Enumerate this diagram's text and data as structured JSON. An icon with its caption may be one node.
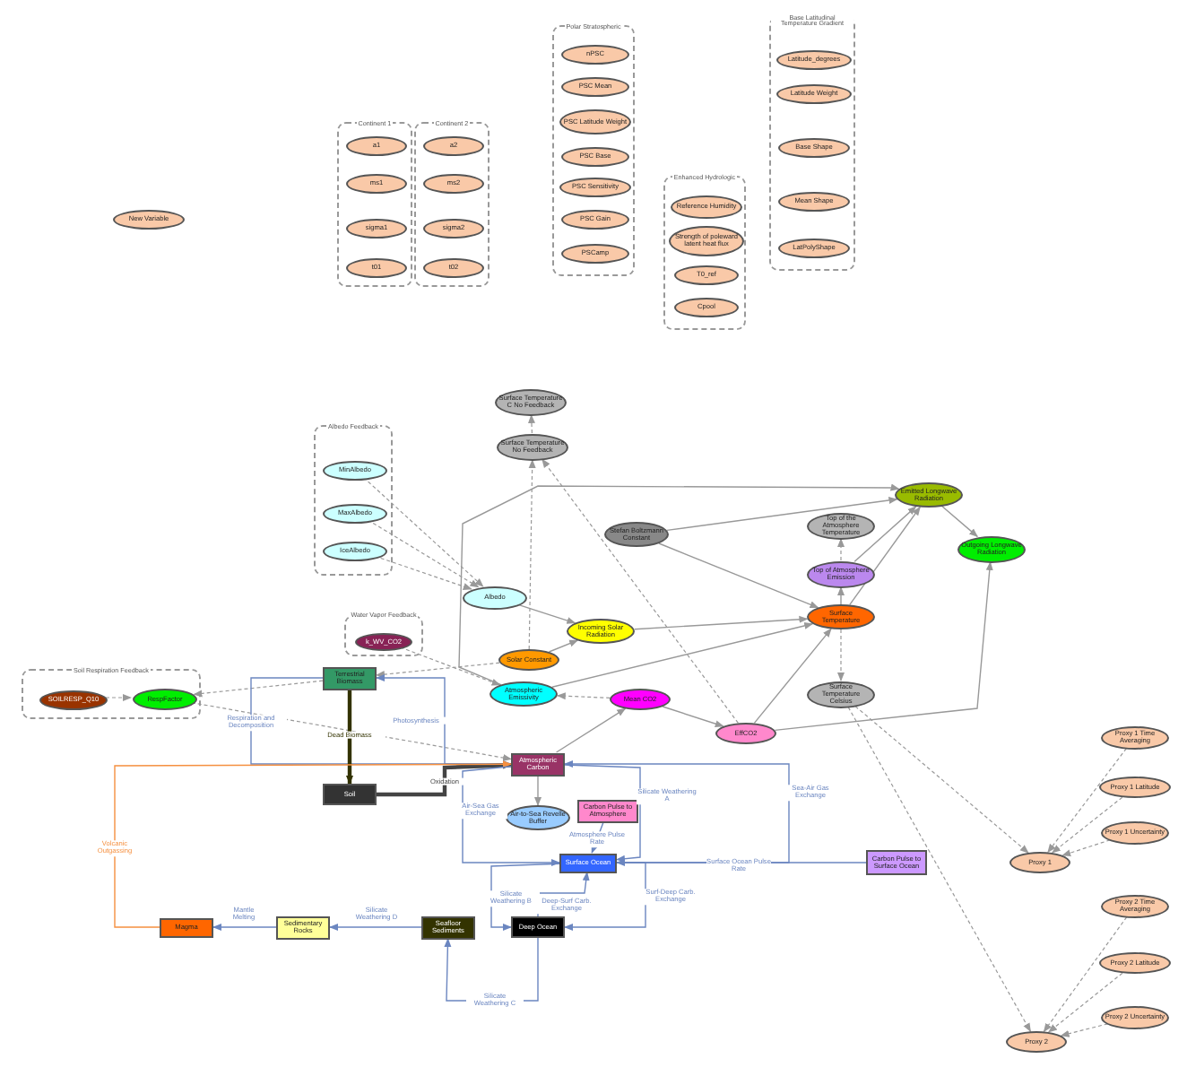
{
  "diagram": {
    "nodes": [
      {
        "text": [
          "New Variable"
        ]
      },
      {
        "text": [
          "Continent 1"
        ]
      },
      {
        "text": [
          "a1"
        ],
        "in": 1
      },
      {
        "text": [
          "ms1"
        ],
        "in": 1
      },
      {
        "text": [
          "sigma1"
        ],
        "in": 1
      },
      {
        "text": [
          "t01"
        ],
        "in": 1
      },
      {
        "text": [
          "Continent 2"
        ]
      },
      {
        "text": [
          "a2"
        ],
        "in": 6
      },
      {
        "text": [
          "ms2"
        ],
        "in": 6
      },
      {
        "text": [
          "sigma2"
        ],
        "in": 6
      },
      {
        "text": [
          "t02"
        ],
        "in": 6
      },
      {
        "text": [
          "Polar Stratospheric"
        ]
      },
      {
        "text": [
          "nPSC"
        ],
        "in": 11
      },
      {
        "text": [
          "PSC Mean"
        ],
        "in": 11
      },
      {
        "text": [
          "PSC Latitude Weight"
        ],
        "in": 11
      },
      {
        "text": [
          "PSC Base"
        ],
        "in": 11
      },
      {
        "text": [
          "PSC Sensitivity"
        ],
        "in": 11
      },
      {
        "text": [
          "PSC Gain"
        ],
        "in": 11
      },
      {
        "text": [
          "PSCamp"
        ],
        "in": 11
      },
      {
        "text": [
          "Enhanced Hydrologic"
        ]
      },
      {
        "text": [
          "Reference Humidity"
        ],
        "in": 19
      },
      {
        "text": [
          "Strength of poleward latent heat flux"
        ],
        "in": 19
      },
      {
        "text": [
          "T0_ref"
        ],
        "in": 19
      },
      {
        "text": [
          "Cpool"
        ],
        "in": 19
      },
      {
        "text": [
          "Base Latitudinal Temperature Gradient"
        ]
      },
      {
        "text": [
          "Latitude_degrees"
        ],
        "in": 24
      },
      {
        "text": [
          "Latitude Weight"
        ],
        "in": 24
      },
      {
        "text": [
          "Base Shape"
        ],
        "in": 24
      },
      {
        "text": [
          "Mean Shape"
        ],
        "in": 24
      },
      {
        "text": [
          "LatPolyShape"
        ],
        "in": 24
      },
      {
        "text": [
          "Surface Temperature C No Feedback"
        ]
      },
      {
        "text": [
          "Surface Temperature No Feedback"
        ]
      },
      {
        "text": [
          "Albedo Feedback"
        ]
      },
      {
        "text": [
          "MinAlbedo"
        ],
        "in": 32
      },
      {
        "text": [
          "MaxAlbedo"
        ],
        "in": 32
      },
      {
        "text": [
          "IceAlbedo"
        ],
        "in": 32
      },
      {
        "text": [
          "Emitted Longwave Radiation"
        ]
      },
      {
        "text": [
          "Top of the Atmosphere Temperature"
        ]
      },
      {
        "text": [
          "Stefan Boltzmann Constant"
        ]
      },
      {
        "text": [
          "Outgoing Longwave Radiation"
        ]
      },
      {
        "text": [
          "Top of Atmosphere Emission"
        ]
      },
      {
        "text": [
          "Albedo"
        ]
      },
      {
        "text": [
          "Surface Temperature"
        ]
      },
      {
        "text": [
          "Water Vapor Feedback"
        ]
      },
      {
        "text": [
          "k_WV_CO2"
        ],
        "in": 43
      },
      {
        "text": [
          "Incoming Solar Radiation"
        ]
      },
      {
        "text": [
          "Solar Constant"
        ]
      },
      {
        "text": [
          "Soil Respiration Feedback"
        ]
      },
      {
        "text": [
          "SOILRESP_Q10"
        ],
        "in": 47
      },
      {
        "text": [
          "RespFactor"
        ],
        "in": 47
      },
      {
        "text": [
          "Terrestrial Biomass"
        ]
      },
      {
        "text": [
          "Atmospheric Emissivity"
        ]
      },
      {
        "text": [
          "Mean CO2"
        ]
      },
      {
        "text": [
          "Surface Temperature Celsius"
        ]
      },
      {
        "text": [
          "EffCO2"
        ]
      },
      {
        "text": [
          "Proxy 1 Time Averaging"
        ]
      },
      {
        "text": [
          "Atmospheric Carbon"
        ]
      },
      {
        "text": [
          "Proxy 1 Latitude"
        ]
      },
      {
        "text": [
          "Soil"
        ]
      },
      {
        "text": [
          "Carbon Pulse to Atmosphere"
        ]
      },
      {
        "text": [
          "Air-to-Sea Revelle Buffer"
        ]
      },
      {
        "text": [
          "Proxy 1 Uncertainty"
        ]
      },
      {
        "text": [
          "Surface Ocean"
        ]
      },
      {
        "text": [
          "Carbon Pulse to Surface Ocean"
        ]
      },
      {
        "text": [
          "Proxy 1"
        ]
      },
      {
        "text": [
          "Proxy 2 Time Averaging"
        ]
      },
      {
        "text": [
          "Magma"
        ]
      },
      {
        "text": [
          "Sedimentary Rocks"
        ]
      },
      {
        "text": [
          "Seafloor Sediments"
        ]
      },
      {
        "text": [
          "Deep Ocean"
        ]
      },
      {
        "text": [
          "Proxy 2 Latitude"
        ]
      },
      {
        "text": [
          "Proxy 2 Uncertainty"
        ]
      },
      {
        "text": [
          "Proxy 2"
        ]
      }
    ],
    "edges": [
      {
        "from": 38,
        "to": 36,
        "arrow": "to"
      },
      {
        "from": 38,
        "to": 42,
        "arrow": "to"
      },
      {
        "from": 51,
        "to": 36,
        "arrow": "to"
      },
      {
        "from": 51,
        "to": 42,
        "arrow": "to"
      },
      {
        "from": 41,
        "to": 45,
        "arrow": "to"
      },
      {
        "from": 46,
        "to": 45,
        "arrow": "to"
      },
      {
        "from": 45,
        "to": 42,
        "arrow": "to"
      },
      {
        "from": 56,
        "to": 52,
        "arrow": "to"
      },
      {
        "from": 52,
        "to": 54,
        "arrow": "to"
      },
      {
        "from": 54,
        "to": 42,
        "arrow": "to"
      },
      {
        "from": 54,
        "to": 39,
        "arrow": "to"
      },
      {
        "from": 36,
        "to": 39,
        "arrow": "to"
      },
      {
        "from": 40,
        "to": 36,
        "arrow": "to"
      },
      {
        "from": 42,
        "to": 36,
        "arrow": "to"
      },
      {
        "from": 42,
        "to": 40,
        "arrow": "to"
      },
      {
        "from": 56,
        "to": 60,
        "arrow": "to"
      },
      {
        "from": 40,
        "to": 37,
        "arrow": "to",
        "style": "dashed"
      },
      {
        "from": 42,
        "to": 53,
        "arrow": "to",
        "style": "dashed"
      },
      {
        "from": 31,
        "to": 30,
        "arrow": "to",
        "style": "dashed"
      },
      {
        "from": 46,
        "to": 31,
        "arrow": "to",
        "style": "dashed"
      },
      {
        "from": 33,
        "to": 41,
        "arrow": "to",
        "style": "dashed"
      },
      {
        "from": 34,
        "to": 41,
        "arrow": "to",
        "style": "dashed"
      },
      {
        "from": 35,
        "to": 41,
        "arrow": "to",
        "style": "dashed"
      },
      {
        "from": 44,
        "to": 51,
        "arrow": "to",
        "style": "dashed"
      },
      {
        "from": 52,
        "to": 51,
        "arrow": "to",
        "style": "dashed"
      },
      {
        "from": 54,
        "to": 31,
        "arrow": "to",
        "style": "dashed"
      },
      {
        "from": 53,
        "to": 64,
        "arrow": "to",
        "style": "dashed"
      },
      {
        "from": 53,
        "to": 72,
        "arrow": "to",
        "style": "dashed"
      },
      {
        "from": 55,
        "to": 64,
        "arrow": "to",
        "style": "dashed"
      },
      {
        "from": 57,
        "to": 64,
        "arrow": "to",
        "style": "dashed"
      },
      {
        "from": 61,
        "to": 64,
        "arrow": "to",
        "style": "dashed"
      },
      {
        "from": 65,
        "to": 72,
        "arrow": "to",
        "style": "dashed"
      },
      {
        "from": 70,
        "to": 72,
        "arrow": "to",
        "style": "dashed"
      },
      {
        "from": 71,
        "to": 72,
        "arrow": "to",
        "style": "dashed"
      },
      {
        "from": 46,
        "to": 50,
        "arrow": "to",
        "style": "dashed"
      },
      {
        "from": 48,
        "to": 49,
        "arrow": "to",
        "style": "dashed"
      },
      {
        "from": 50,
        "to": 49,
        "arrow": "to",
        "style": "dashed"
      },
      {
        "from": 49,
        "to": 56,
        "arrow": "to",
        "style": "dashed"
      },
      {
        "from": 56,
        "to": 50,
        "arrow": "to",
        "label": "Photosynthesis",
        "color": "#6b86c0"
      },
      {
        "from": 50,
        "to": 56,
        "arrow": "to",
        "label": "Respiration and Decomposition",
        "color": "#6b86c0"
      },
      {
        "from": 50,
        "to": 58,
        "arrow": "to",
        "label": "Dead Biomass",
        "style": "thick",
        "color": "#333300"
      },
      {
        "from": 58,
        "to": 56,
        "arrow": "to",
        "label": "Oxidation",
        "style": "thick",
        "color": "#444444"
      },
      {
        "from": 66,
        "to": 56,
        "arrow": "to",
        "label": "Volcanic Outgassing",
        "color": "#f59040"
      },
      {
        "from": 56,
        "to": 62,
        "arrow": "to",
        "label": "Air-Sea Gas Exchange",
        "color": "#6b86c0"
      },
      {
        "from": 62,
        "to": 56,
        "arrow": "to",
        "label": "Sea-Air Gas Exchange",
        "color": "#6b86c0"
      },
      {
        "from": 56,
        "to": 62,
        "arrow": "to",
        "label": "Silicate Weathering A",
        "color": "#6b86c0"
      },
      {
        "from": 59,
        "to": 62,
        "arrow": "to",
        "label": "Atmosphere Pulse Rate",
        "color": "#6b86c0"
      },
      {
        "from": 63,
        "to": 62,
        "arrow": "to",
        "label": "Surface Ocean Pulse Rate",
        "color": "#6b86c0"
      },
      {
        "from": 62,
        "to": 69,
        "arrow": "to",
        "label": "Surf-Deep Carb. Exchange",
        "color": "#6b86c0"
      },
      {
        "from": 69,
        "to": 62,
        "arrow": "to",
        "label": "Deep-Surf Carb. Exchange",
        "color": "#6b86c0"
      },
      {
        "from": 62,
        "to": 69,
        "arrow": "to",
        "label": "Silicate Weathering B",
        "color": "#6b86c0"
      },
      {
        "from": 69,
        "to": 68,
        "arrow": "to",
        "label": "Silicate Weathering C",
        "color": "#6b86c0"
      },
      {
        "from": 68,
        "to": 67,
        "arrow": "to",
        "label": "Silicate Weathering D",
        "color": "#6b86c0"
      },
      {
        "from": 67,
        "to": 66,
        "arrow": "to",
        "label": "Mantle Melting",
        "color": "#6b86c0"
      }
    ]
  }
}
